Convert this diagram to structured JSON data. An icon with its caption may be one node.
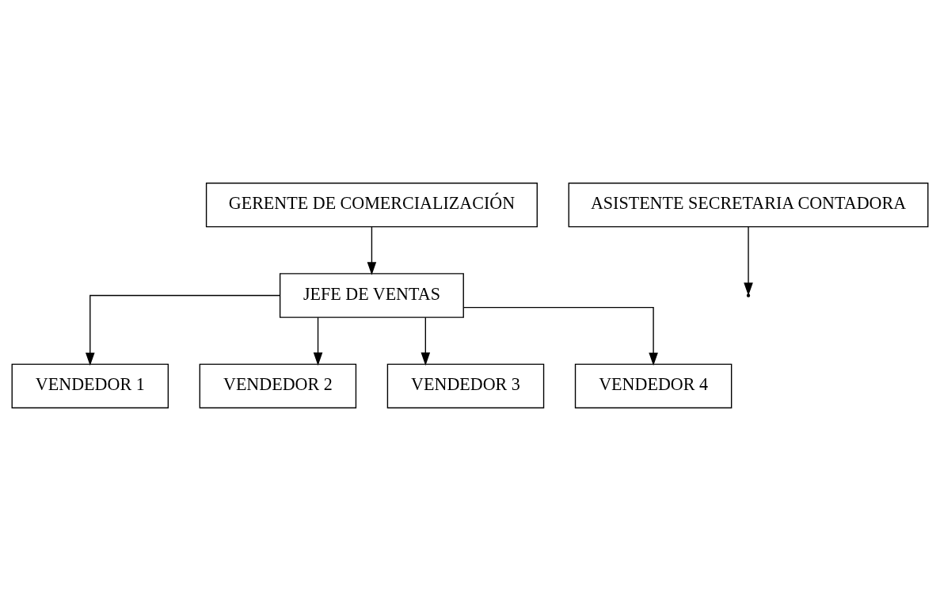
{
  "diagram": {
    "nodes": [
      {
        "text": [
          "GERENTE DE COMERCIALIZACIÓN"
        ]
      },
      {
        "text": [
          "ASISTENTE SECRETARIA CONTADORA"
        ]
      },
      {
        "text": [
          "JEFE DE VENTAS"
        ]
      },
      {
        "text": [
          "VENDEDOR 1"
        ]
      },
      {
        "text": [
          "VENDEDOR 2"
        ]
      },
      {
        "text": [
          "VENDEDOR 3"
        ]
      },
      {
        "text": [
          "VENDEDOR 4"
        ]
      }
    ],
    "edges": [
      {
        "from": 1,
        "to": null,
        "arrow": "to"
      },
      {
        "from": 0,
        "to": 2,
        "arrow": "to"
      },
      {
        "from": 2,
        "to": 3,
        "arrow": "to"
      },
      {
        "from": 2,
        "to": 4,
        "arrow": "to"
      },
      {
        "from": 2,
        "to": 5,
        "arrow": "to"
      },
      {
        "from": 2,
        "to": 6,
        "arrow": "to"
      }
    ]
  }
}
